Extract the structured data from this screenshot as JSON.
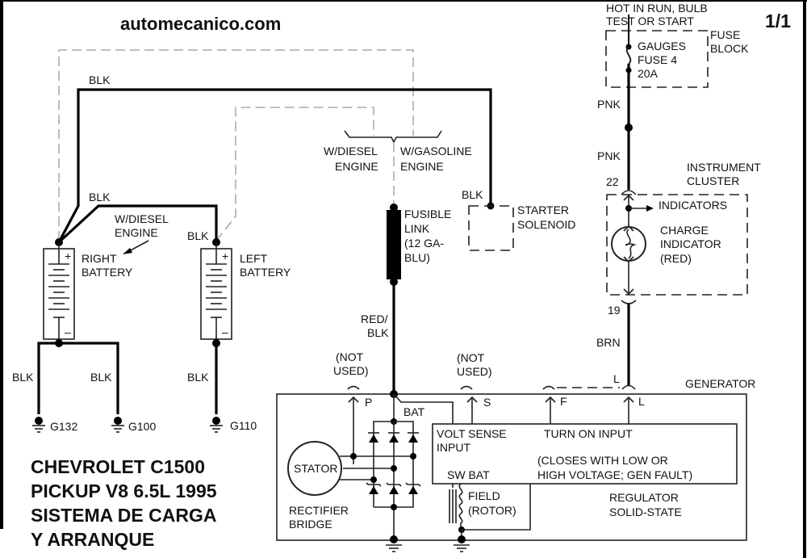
{
  "header": {
    "site": "automecanico.com",
    "page": "1/1"
  },
  "title_block": {
    "lines": [
      "CHEVROLET C1500",
      "PICKUP V8 6.5L 1995",
      "SISTEMA DE CARGA",
      "Y ARRANQUE"
    ]
  },
  "fuse_block": {
    "supply_note_1": "HOT IN RUN, BULB",
    "supply_note_2": "TEST OR START",
    "name_1": "FUSE",
    "name_2": "BLOCK",
    "fuse_line_1": "GAUGES",
    "fuse_line_2": "FUSE 4",
    "fuse_line_3": "20A"
  },
  "wires": {
    "top_blk": "BLK",
    "diesel_blk": "BLK",
    "left_batt_blk": "BLK",
    "starter_blk": "BLK",
    "pnk_1": "PNK",
    "pnk_2": "PNK",
    "brn": "BRN",
    "red_blk_1": "RED/",
    "red_blk_2": "BLK",
    "g132_blk": "BLK",
    "g100_blk": "BLK",
    "g110_blk": "BLK"
  },
  "engine_options": {
    "diesel_1": "W/DIESEL",
    "diesel_2": "ENGINE",
    "gasoline_1": "W/GASOLINE",
    "gasoline_2": "ENGINE",
    "diesel_note_1": "W/DIESEL",
    "diesel_note_2": "ENGINE"
  },
  "batteries": {
    "right_1": "RIGHT",
    "right_2": "BATTERY",
    "left_1": "LEFT",
    "left_2": "BATTERY",
    "plus": "+",
    "minus": "–"
  },
  "grounds": [
    "G132",
    "G100",
    "G110"
  ],
  "fusible_link": {
    "line_1": "FUSIBLE",
    "line_2": "LINK",
    "line_3": "(12 GA-",
    "line_4": "BLU)"
  },
  "starter": {
    "line_1": "STARTER",
    "line_2": "SOLENOID"
  },
  "instrument_cluster": {
    "name_1": "INSTRUMENT",
    "name_2": "CLUSTER",
    "pin_in": "22",
    "pin_out": "19",
    "indicators": "INDICATORS",
    "charge_1": "CHARGE",
    "charge_2": "INDICATOR",
    "charge_3": "(RED)"
  },
  "generator": {
    "name": "GENERATOR",
    "not_used_1a": "(NOT",
    "not_used_1b": "USED)",
    "not_used_2a": "(NOT",
    "not_used_2b": "USED)",
    "term_p": "P",
    "term_s": "S",
    "term_f": "F",
    "term_l": "L",
    "term_l_ext": "L",
    "bat": "BAT",
    "volt_sense_1": "VOLT SENSE",
    "volt_sense_2": "INPUT",
    "turn_on": "TURN ON INPUT",
    "closes_1": "(CLOSES WITH LOW OR",
    "closes_2": "HIGH VOLTAGE; GEN FAULT)",
    "sw_bat": "SW BAT",
    "field_1": "FIELD",
    "field_2": "(ROTOR)",
    "stator": "STATOR",
    "rectifier_1": "RECTIFIER",
    "rectifier_2": "BRIDGE",
    "regulator_1": "REGULATOR",
    "regulator_2": "SOLID-STATE"
  }
}
